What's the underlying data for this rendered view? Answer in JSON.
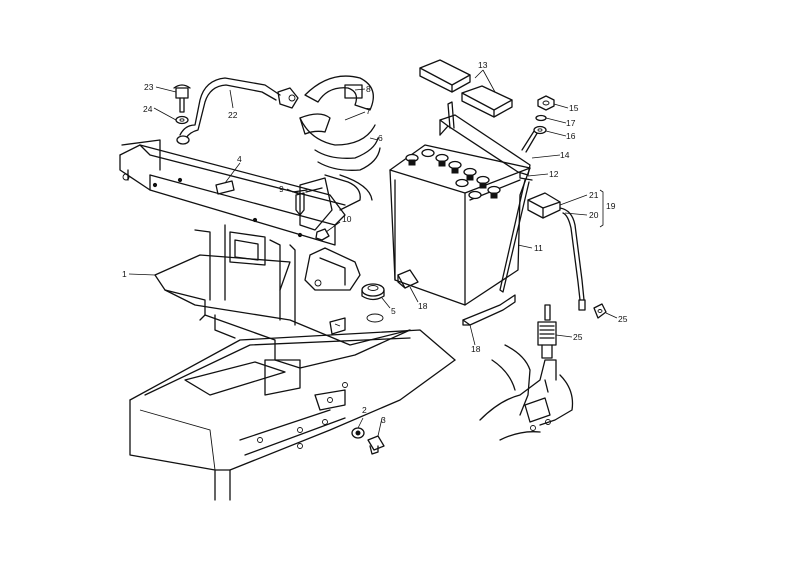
{
  "callouts": [
    {
      "id": "c1",
      "text": "1"
    },
    {
      "id": "c2",
      "text": "2"
    },
    {
      "id": "c3",
      "text": "3"
    },
    {
      "id": "c4",
      "text": "4"
    },
    {
      "id": "c5",
      "text": "5"
    },
    {
      "id": "c6",
      "text": "6"
    },
    {
      "id": "c7",
      "text": "7"
    },
    {
      "id": "c8",
      "text": "8"
    },
    {
      "id": "c9",
      "text": "9"
    },
    {
      "id": "c10",
      "text": "10"
    },
    {
      "id": "c11",
      "text": "11"
    },
    {
      "id": "c12",
      "text": "12"
    },
    {
      "id": "c13",
      "text": "13"
    },
    {
      "id": "c14",
      "text": "14"
    },
    {
      "id": "c15",
      "text": "15"
    },
    {
      "id": "c16",
      "text": "16"
    },
    {
      "id": "c17",
      "text": "17"
    },
    {
      "id": "c18a",
      "text": "18"
    },
    {
      "id": "c18b",
      "text": "18"
    },
    {
      "id": "c19",
      "text": "19"
    },
    {
      "id": "c20",
      "text": "20"
    },
    {
      "id": "c21",
      "text": "21"
    },
    {
      "id": "c22",
      "text": "22"
    },
    {
      "id": "c23",
      "text": "23"
    },
    {
      "id": "c24",
      "text": "24"
    },
    {
      "id": "c25a",
      "text": "25"
    },
    {
      "id": "c25b",
      "text": "25"
    }
  ]
}
